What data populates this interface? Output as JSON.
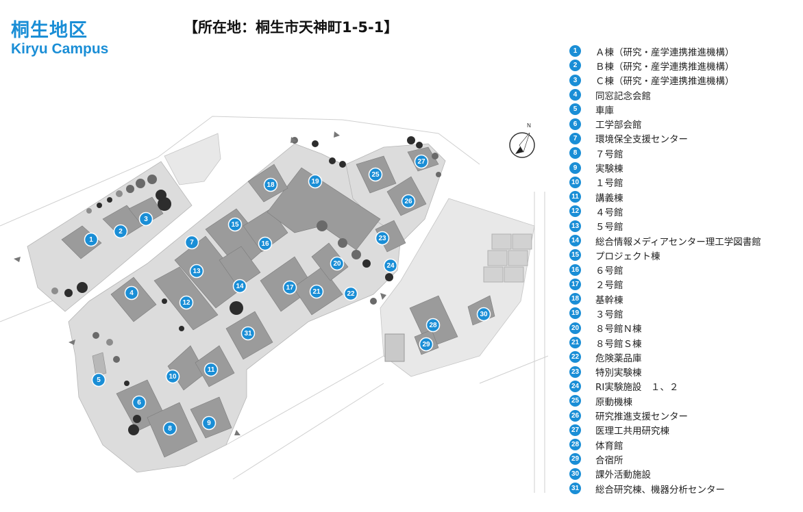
{
  "header": {
    "title_ja": "桐生地区",
    "title_en": "Kiryu Campus",
    "address": "【所在地：桐生市天神町1-5-1】"
  },
  "compass": {
    "label": "N"
  },
  "colors": {
    "accent": "#1a8ed6",
    "building": "#9b9b9b",
    "ground": "#dcdcdc"
  },
  "legend": [
    {
      "num": "1",
      "label": "Ａ棟（研究・産学連携推進機構）"
    },
    {
      "num": "2",
      "label": "Ｂ棟（研究・産学連携推進機構）"
    },
    {
      "num": "3",
      "label": "Ｃ棟（研究・産学連携推進機構）"
    },
    {
      "num": "4",
      "label": "同窓記念会館"
    },
    {
      "num": "5",
      "label": "車庫"
    },
    {
      "num": "6",
      "label": "工学部会館"
    },
    {
      "num": "7",
      "label": "環境保全支援センター"
    },
    {
      "num": "8",
      "label": "７号館"
    },
    {
      "num": "9",
      "label": "実験棟"
    },
    {
      "num": "10",
      "label": "１号館"
    },
    {
      "num": "11",
      "label": "講義棟"
    },
    {
      "num": "12",
      "label": "４号館"
    },
    {
      "num": "13",
      "label": "５号館"
    },
    {
      "num": "14",
      "label": "総合情報メディアセンター理工学図書館"
    },
    {
      "num": "15",
      "label": "プロジェクト棟"
    },
    {
      "num": "16",
      "label": "６号館"
    },
    {
      "num": "17",
      "label": "２号館"
    },
    {
      "num": "18",
      "label": "基幹棟"
    },
    {
      "num": "19",
      "label": "３号館"
    },
    {
      "num": "20",
      "label": "８号館Ｎ棟"
    },
    {
      "num": "21",
      "label": "８号館Ｓ棟"
    },
    {
      "num": "22",
      "label": "危険薬品庫"
    },
    {
      "num": "23",
      "label": "特別実験棟"
    },
    {
      "num": "24",
      "label": "RI実験施設　１、２"
    },
    {
      "num": "25",
      "label": "原動機棟"
    },
    {
      "num": "26",
      "label": "研究推進支援センター"
    },
    {
      "num": "27",
      "label": "医理工共用研究棟"
    },
    {
      "num": "28",
      "label": "体育館"
    },
    {
      "num": "29",
      "label": "合宿所"
    },
    {
      "num": "30",
      "label": "課外活動施設"
    },
    {
      "num": "31",
      "label": "総合研究棟、機器分析センター"
    }
  ],
  "markers": [
    {
      "num": "1"
    },
    {
      "num": "2"
    },
    {
      "num": "3"
    },
    {
      "num": "4"
    },
    {
      "num": "5"
    },
    {
      "num": "6"
    },
    {
      "num": "7"
    },
    {
      "num": "8"
    },
    {
      "num": "9"
    },
    {
      "num": "10"
    },
    {
      "num": "11"
    },
    {
      "num": "12"
    },
    {
      "num": "13"
    },
    {
      "num": "14"
    },
    {
      "num": "15"
    },
    {
      "num": "16"
    },
    {
      "num": "17"
    },
    {
      "num": "18"
    },
    {
      "num": "19"
    },
    {
      "num": "20"
    },
    {
      "num": "21"
    },
    {
      "num": "22"
    },
    {
      "num": "23"
    },
    {
      "num": "24"
    },
    {
      "num": "25"
    },
    {
      "num": "26"
    },
    {
      "num": "27"
    },
    {
      "num": "28"
    },
    {
      "num": "29"
    },
    {
      "num": "30"
    },
    {
      "num": "31"
    }
  ]
}
